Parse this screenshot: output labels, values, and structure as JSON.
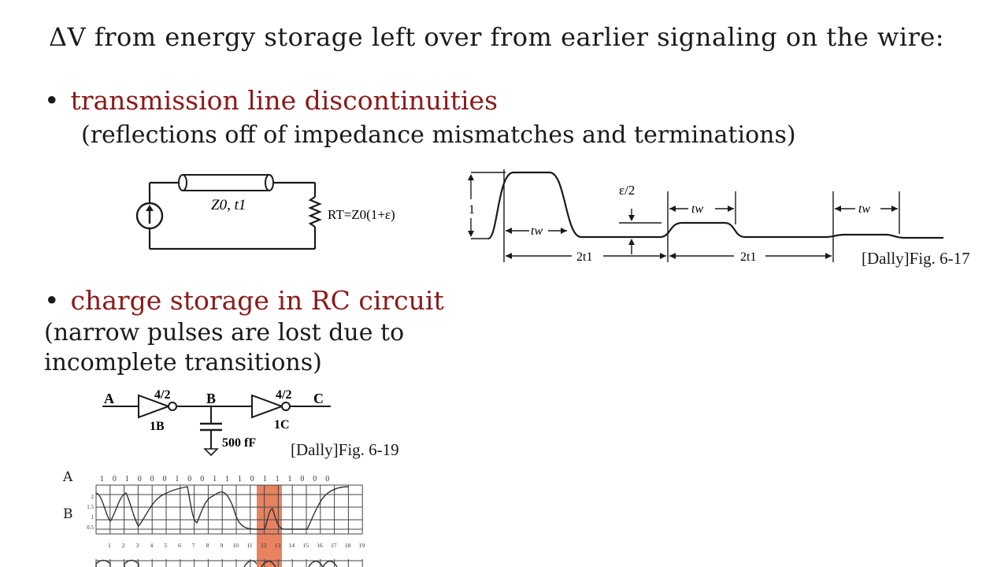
{
  "slide": {
    "title": "ΔV from energy storage left over from earlier signaling on the wire:",
    "bullet1": {
      "marker": "•",
      "heading": "transmission line discontinuities",
      "detail": "(reflections off of impedance mismatches and terminations)"
    },
    "bullet2": {
      "marker": "•",
      "heading": "charge storage in RC circuit",
      "detail_line1": "(narrow pulses are lost due to",
      "detail_line2": "incomplete transitions)"
    }
  },
  "tline_circuit": {
    "line_label": "Z0, t1",
    "termination_label": "RT=Z0(1+ε)"
  },
  "reflection_waveform": {
    "amplitude_label": "1",
    "epsilon_label": "ε/2",
    "tw_label": "tw",
    "round_trip_label": "2t1",
    "reference": "[Dally]Fig. 6-17"
  },
  "inverter_chain": {
    "node_a": "A",
    "node_b": "B",
    "node_c": "C",
    "gate1_size": "4/2",
    "gate1_name": "1B",
    "gate2_size": "4/2",
    "gate2_name": "1C",
    "cap_label": "500 fF",
    "reference": "[Dally]Fig. 6-19"
  },
  "timing_plot": {
    "row_a_label": "A",
    "row_b_label": "B",
    "bits": [
      "1",
      "0",
      "1",
      "0",
      "0",
      "0",
      "1",
      "0",
      "0",
      "1",
      "1",
      "1",
      "0",
      "1",
      "1",
      "1",
      "0",
      "0",
      "0"
    ],
    "y_ticks": [
      "2",
      "1.5",
      "1",
      "0.5"
    ],
    "x_ticks": [
      "1",
      "2",
      "3",
      "4",
      "5",
      "6",
      "7",
      "8",
      "9",
      "10",
      "11",
      "12",
      "13",
      "14",
      "15",
      "16",
      "17",
      "18",
      "19"
    ],
    "highlight_color": "#e8825f"
  }
}
